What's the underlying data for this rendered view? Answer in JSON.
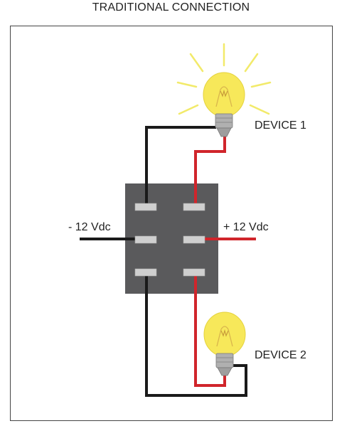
{
  "header": {
    "title": "TRADITIONAL CONNECTION"
  },
  "labels": {
    "device1": "DEVICE 1",
    "device2": "DEVICE 2",
    "negative": "- 12 Vdc",
    "positive": "+ 12 Vdc"
  },
  "colors": {
    "wire_negative": "#1a1a1a",
    "wire_positive": "#d0252b",
    "switch_body": "#5a5a5c",
    "terminal": "#cfcfcf",
    "bulb_glass": "#f7e85a",
    "bulb_rays": "#f2ea6a",
    "bulb_base": "#a9a9a9"
  },
  "icons": {
    "lamp": "light-bulb-icon",
    "switch": "dpdt-switch-icon"
  }
}
